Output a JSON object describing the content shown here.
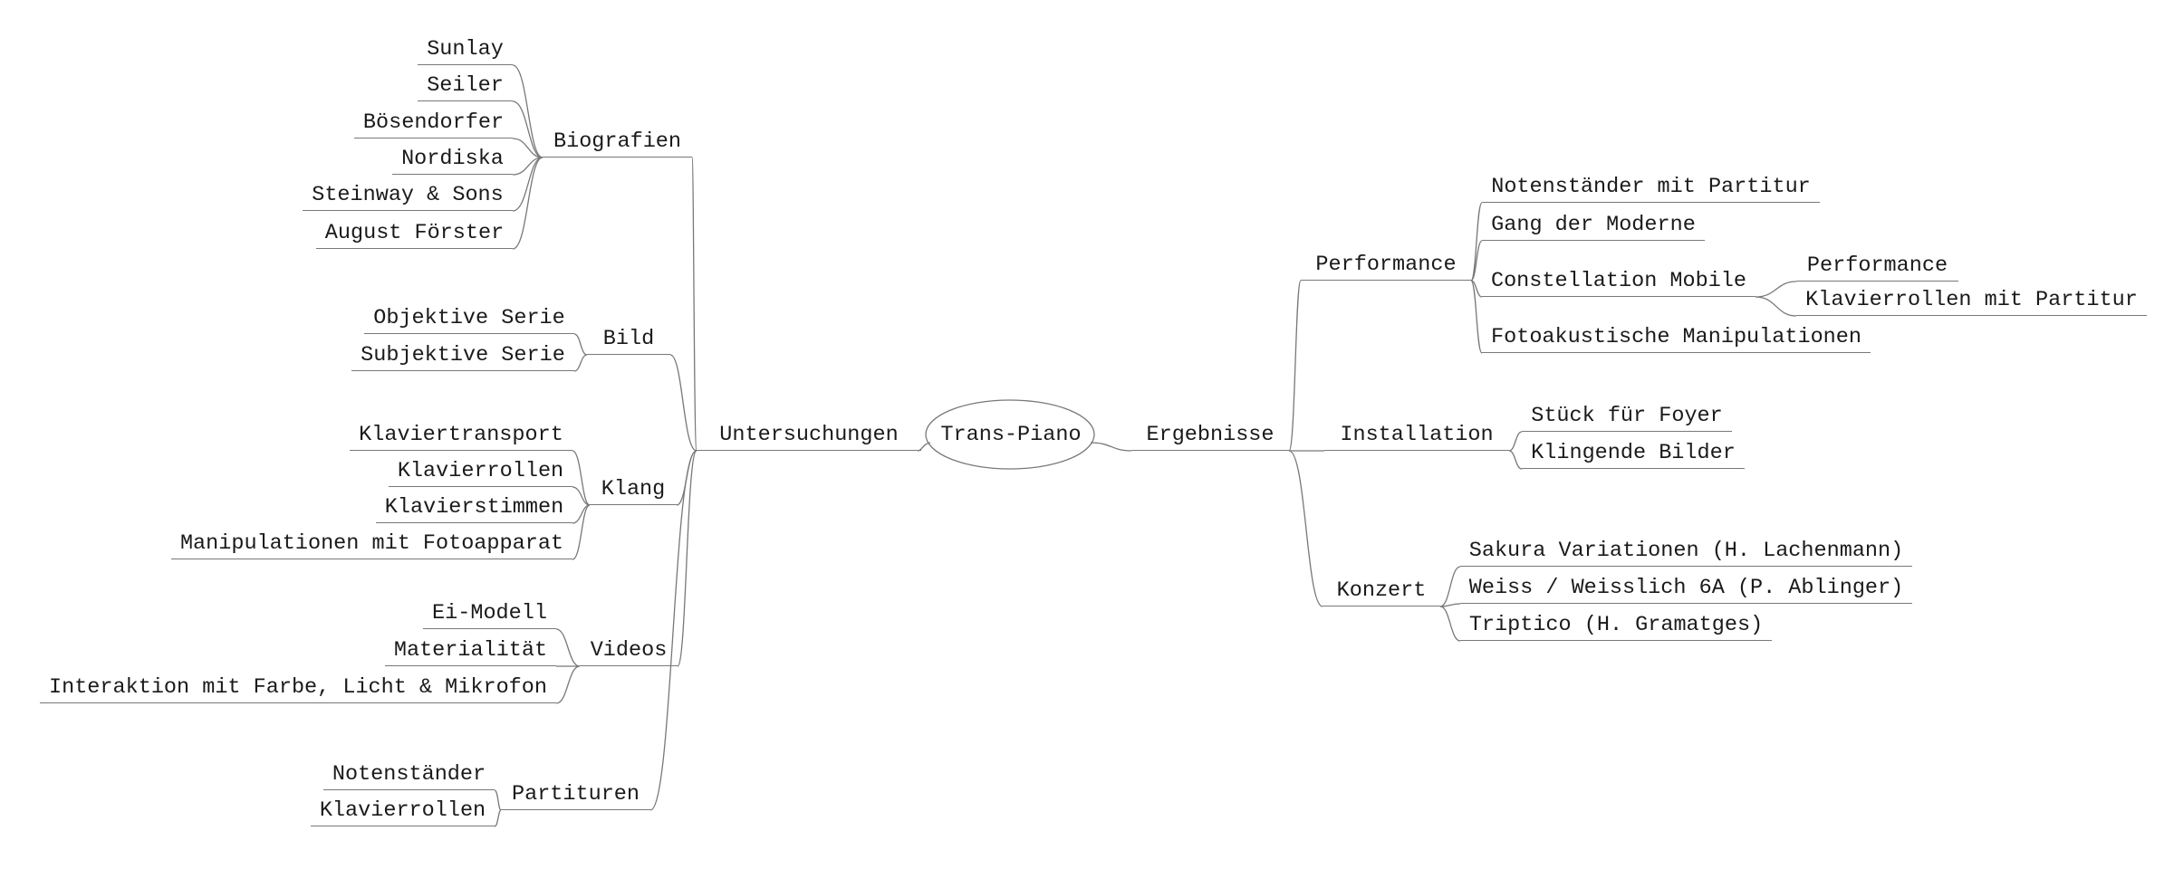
{
  "title": "Trans-Piano mind map",
  "colors": {
    "line": "#787878",
    "text": "#1a1a1a",
    "background": "#ffffff"
  },
  "root": {
    "label": "Trans-Piano"
  },
  "left": {
    "label": "Untersuchungen",
    "children": [
      {
        "label": "Biografien",
        "children": [
          {
            "label": "Sunlay"
          },
          {
            "label": "Seiler"
          },
          {
            "label": "Bösendorfer"
          },
          {
            "label": "Nordiska"
          },
          {
            "label": "Steinway & Sons"
          },
          {
            "label": "August Förster"
          }
        ]
      },
      {
        "label": "Bild",
        "children": [
          {
            "label": "Objektive Serie"
          },
          {
            "label": "Subjektive Serie"
          }
        ]
      },
      {
        "label": "Klang",
        "children": [
          {
            "label": "Klaviertransport"
          },
          {
            "label": "Klavierrollen"
          },
          {
            "label": "Klavierstimmen"
          },
          {
            "label": "Manipulationen mit Fotoapparat"
          }
        ]
      },
      {
        "label": "Videos",
        "children": [
          {
            "label": "Ei-Modell"
          },
          {
            "label": "Materialität"
          },
          {
            "label": "Interaktion mit Farbe, Licht & Mikrofon"
          }
        ]
      },
      {
        "label": "Partituren",
        "children": [
          {
            "label": "Notenständer"
          },
          {
            "label": "Klavierrollen"
          }
        ]
      }
    ]
  },
  "right": {
    "label": "Ergebnisse",
    "children": [
      {
        "label": "Performance",
        "children": [
          {
            "label": "Notenständer mit Partitur"
          },
          {
            "label": "Gang der Moderne"
          },
          {
            "label": "Constellation Mobile",
            "children": [
              {
                "label": "Performance"
              },
              {
                "label": "Klavierrollen mit Partitur"
              }
            ]
          },
          {
            "label": "Fotoakustische Manipulationen"
          }
        ]
      },
      {
        "label": "Installation",
        "children": [
          {
            "label": "Stück für Foyer"
          },
          {
            "label": "Klingende Bilder"
          }
        ]
      },
      {
        "label": "Konzert",
        "children": [
          {
            "label": "Sakura Variationen (H. Lachenmann)"
          },
          {
            "label": "Weiss / Weisslich 6A (P. Ablinger)"
          },
          {
            "label": "Triptico (H. Gramatges)"
          }
        ]
      }
    ]
  }
}
